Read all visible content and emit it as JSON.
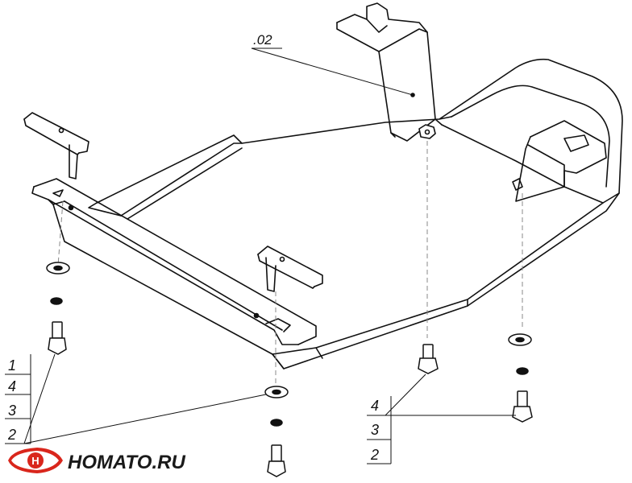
{
  "part_label": ".02",
  "callout_left": [
    "1",
    "4",
    "3",
    "2"
  ],
  "callout_right": [
    "4",
    "3",
    "2"
  ],
  "logo": {
    "text": "HOMATO.RU",
    "colors": {
      "red": "#d9261c",
      "dark": "#1a1a1a"
    },
    "icon": "car-badge-icon"
  },
  "colors": {
    "line": "#111111",
    "hidden": "#888888"
  }
}
